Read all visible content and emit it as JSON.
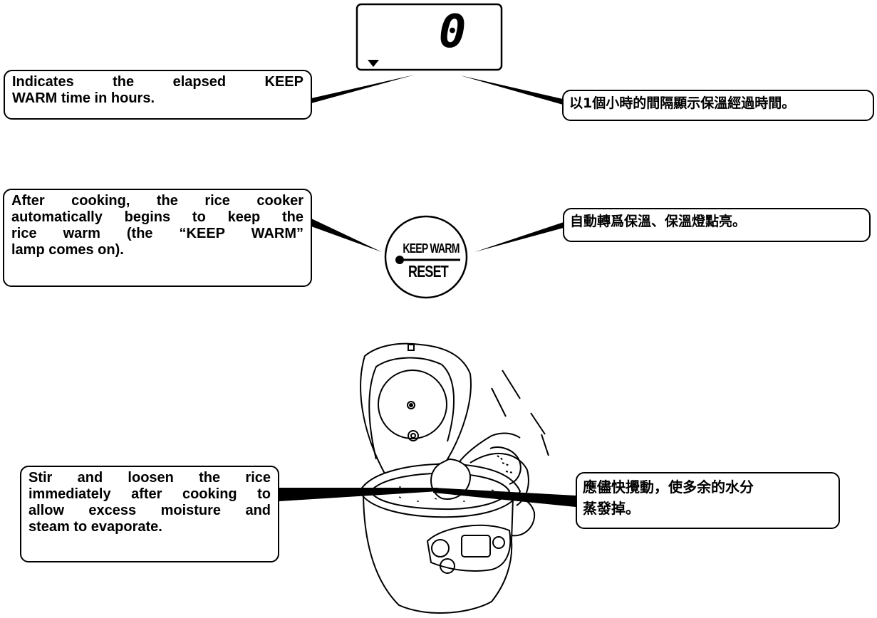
{
  "display": {
    "digit": "0",
    "triangle_icon": "down-triangle-indicator"
  },
  "button": {
    "top_label": "KEEP WARM",
    "bottom_label": "RESET"
  },
  "callouts": {
    "elapsed_en": [
      "Indicates the elapsed KEEP",
      "WARM time in hours."
    ],
    "elapsed_zh": "以1個小時的間隔顯示保溫經過時間。",
    "keepwarm_en": [
      "After cooking, the rice cooker",
      "automatically begins to keep the",
      "rice warm (the “KEEP WARM”",
      "lamp comes on)."
    ],
    "keepwarm_zh": "自動轉爲保溫、保溫燈點亮。",
    "stir_en": [
      "Stir and loosen the rice",
      "immediately after cooking to",
      "allow excess moisture and",
      "steam to evaporate."
    ],
    "stir_zh": [
      "應儘快攪動，使多余的水分",
      "蒸發掉。"
    ]
  },
  "illustration": {
    "icon": "rice-cooker-stirring-illustration"
  }
}
